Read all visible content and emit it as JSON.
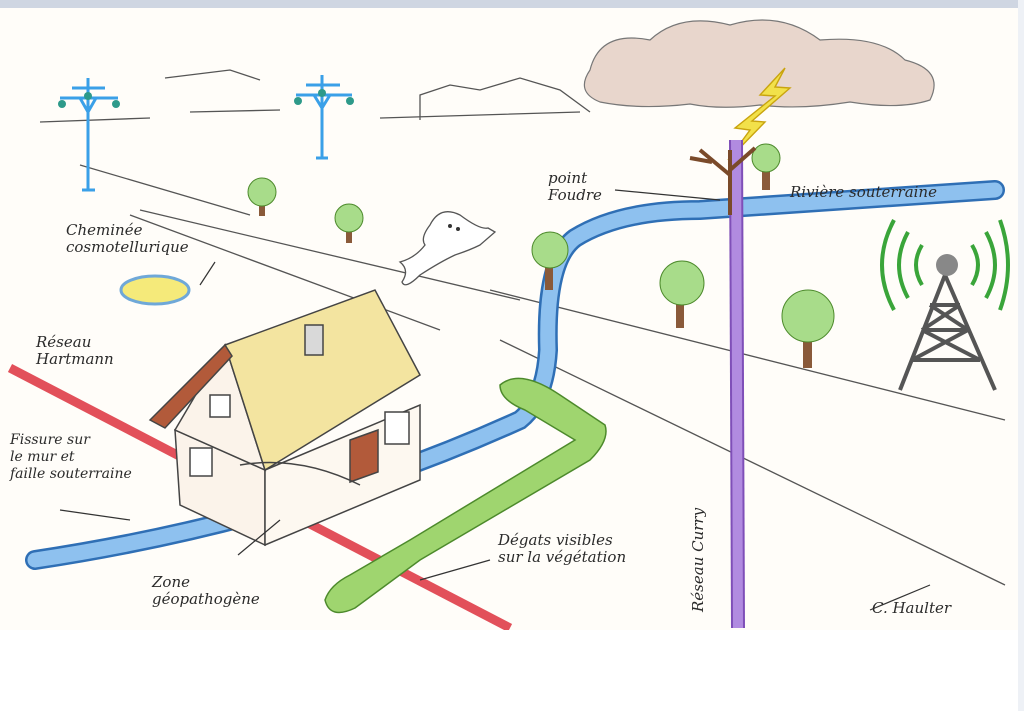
{
  "diagram": {
    "labels": {
      "point_foudre": "point\nFoudre",
      "riviere": "Rivière souterraine",
      "cheminee": "Cheminée\ncosmotellurique",
      "reseau_hartmann": "Réseau\nHartmann",
      "fissure": "Fissure sur\nle mur et\nfaille souterraine",
      "zone": "Zone\ngéopathogène",
      "degats": "Dégats visibles\nsur la végétation",
      "reseau_curry": "Réseau Curry",
      "signature": "C. Haulter"
    },
    "icons": [
      "power-pylon-icon",
      "ghost-icon",
      "antenna-tower-icon",
      "lightning-icon",
      "cloud-icon",
      "tree-icon",
      "house-icon"
    ],
    "colors": {
      "river": "#4a8fd6",
      "hartmann_line": "#e2505a",
      "curry_line": "#9b6fd0",
      "hedge": "#8cc760",
      "antenna_waves": "#3aa53a",
      "pylon": "#3aa0e8",
      "lightning": "#f2e14a",
      "roof": "#f3e4a0"
    }
  }
}
